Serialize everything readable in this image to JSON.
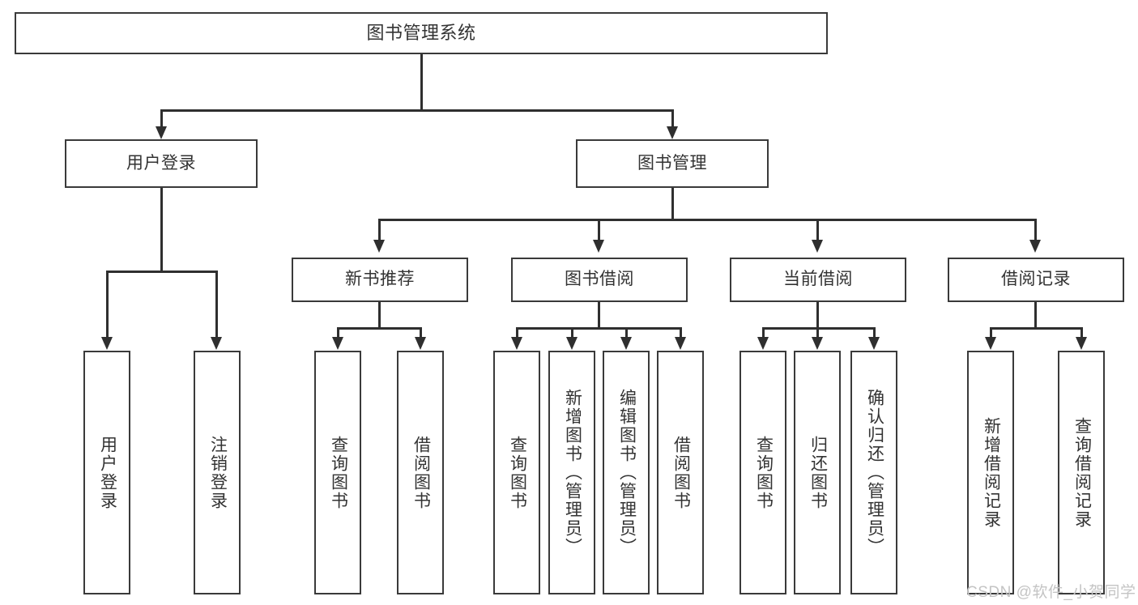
{
  "diagram": {
    "title": "图书管理系统",
    "type": "hierarchy-tree",
    "root": {
      "label": "图书管理系统"
    },
    "level2": [
      {
        "label": "用户登录"
      },
      {
        "label": "图书管理"
      }
    ],
    "level3": [
      {
        "label": "新书推荐"
      },
      {
        "label": "图书借阅"
      },
      {
        "label": "当前借阅"
      },
      {
        "label": "借阅记录"
      }
    ],
    "leaves": {
      "user_login": [
        {
          "label": "用户登录"
        },
        {
          "label": "注销登录"
        }
      ],
      "new_book_recommend": [
        {
          "label": "查询图书"
        },
        {
          "label": "借阅图书"
        }
      ],
      "book_borrow": [
        {
          "label": "查询图书"
        },
        {
          "label": "新增图书（管理员）"
        },
        {
          "label": "编辑图书（管理员）"
        },
        {
          "label": "借阅图书"
        }
      ],
      "current_borrow": [
        {
          "label": "查询图书"
        },
        {
          "label": "归还图书"
        },
        {
          "label": "确认归还（管理员）"
        }
      ],
      "borrow_record": [
        {
          "label": "新增借阅记录"
        },
        {
          "label": "查询借阅记录"
        }
      ]
    }
  },
  "watermark": {
    "text": "CSDN @软件_小贺同学"
  },
  "colors": {
    "border": "#3a3a3a",
    "line": "#2f2f2f",
    "text": "#333333",
    "background": "#ffffff",
    "watermark": "#c4c4c4"
  }
}
